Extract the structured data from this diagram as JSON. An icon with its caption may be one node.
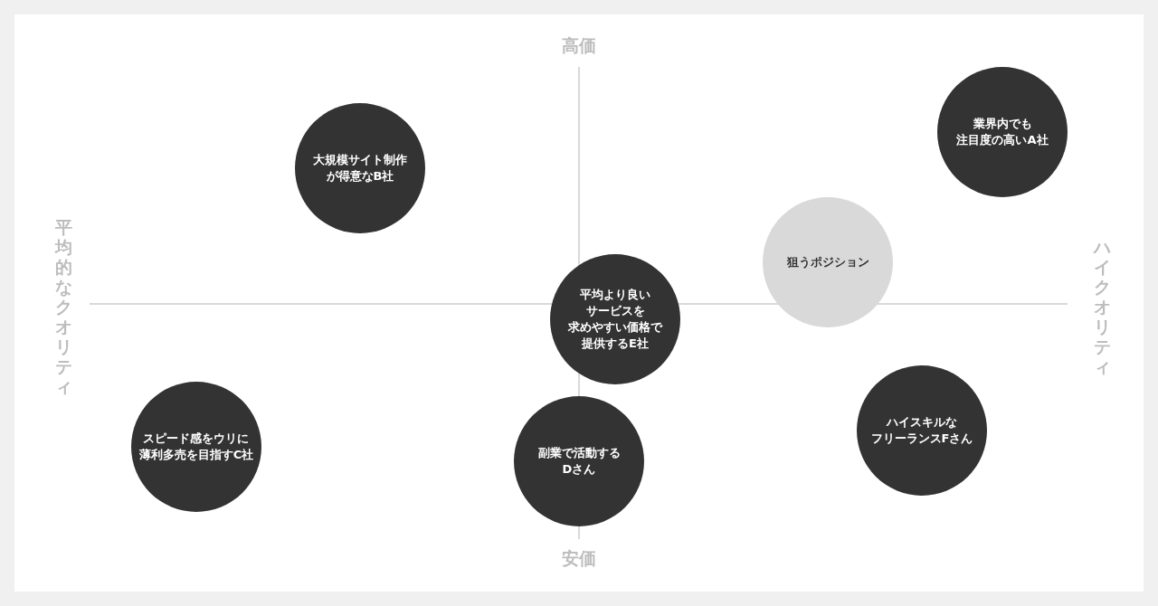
{
  "diagram": {
    "nodes": [
      {
        "text": [
          "大規模サイト制作が得意なB社"
        ]
      },
      {
        "text": [
          "業界内でも注目度の高いA社"
        ]
      },
      {
        "text": [
          "狙うポジション"
        ]
      },
      {
        "text": [
          "平均より良いサービスを求めやすい価格で提供するE社"
        ]
      },
      {
        "text": [
          "スピード感をウリに薄利多売を目指すC社"
        ]
      },
      {
        "text": [
          "副業で活動するDさん"
        ]
      },
      {
        "text": [
          "ハイスキルなフリーランスFさん"
        ]
      }
    ],
    "edges": [],
    "labels": [
      "高価",
      "平均的なクオリティ",
      "ハイクオリティ",
      "安価"
    ]
  }
}
